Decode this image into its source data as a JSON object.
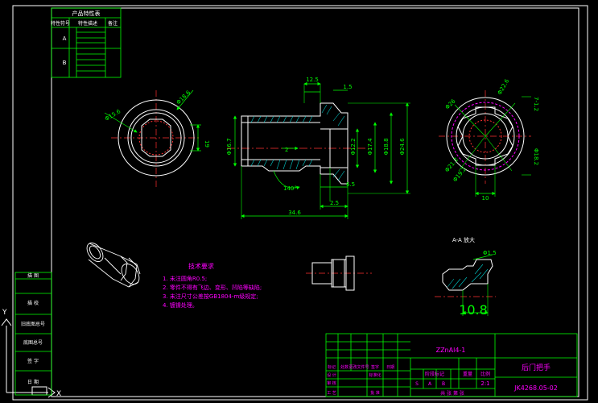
{
  "colors": {
    "background": "#000000",
    "frame": "#ffffff",
    "geometry": "#ffffff",
    "dimension": "#00ff00",
    "centerline": "#ff3030",
    "annotation": "#ff00ff",
    "hidden": "#00c8c8"
  },
  "feature_table": {
    "title": "产品特性表",
    "headers": [
      "特性符号",
      "特性描述",
      "备注"
    ],
    "rows": [
      "A",
      "B"
    ]
  },
  "main_view": {
    "dims": {
      "d_top1": "12.5",
      "d_top2": "1.5",
      "d_left": "Φ16.7",
      "d_inner1": "Φ12.2",
      "d_inner2": "Φ17.4",
      "d_inner3": "Φ18.8",
      "d_right": "Φ24.6",
      "d_mark": "2",
      "d_angle": "140°",
      "d_6_5": "6.5",
      "d_2_5": "2.5",
      "d_len": "34.6"
    }
  },
  "left_view": {
    "dims": {
      "d1": "Φ15.6",
      "d2": "Φ18.6",
      "d3": "19"
    }
  },
  "right_view": {
    "dims": {
      "d1": "Φ26",
      "d2": "Φ22.6",
      "d3": "7-1.2",
      "d4": "10",
      "d5": "Φ19.2",
      "d6": "Φ21.2",
      "d7": "Φ18.2"
    }
  },
  "section": {
    "title": "A-A 放大",
    "dim_small": "Φ1.5",
    "dim_large": "10.8"
  },
  "tech_notes": {
    "title": "技术要求",
    "items": [
      "1. 未注圆角R0.5;",
      "2. 零件不得有飞边、变形、凹陷等缺陷;",
      "3. 未注尺寸公差按GB1804-m级规定;",
      "4. 镀镍处理。"
    ]
  },
  "left_strip": [
    "描 图",
    "描 校",
    "旧底图总号",
    "底图总号",
    "签 字",
    "日 期"
  ],
  "title_block": {
    "material": "ZZnAl4-1",
    "part_name": "后门把手",
    "drawing_no": "JK4268.05-02",
    "row_labels": [
      "标记",
      "处数",
      "更改文件号",
      "签字",
      "日期"
    ],
    "stage_label": "阶段标记",
    "weight_label": "重量",
    "scale_label": "比例",
    "scale_value": "2:1",
    "stage_cells": [
      "S",
      "A",
      "B"
    ],
    "design_label": "设 计",
    "approve_label": "批 准",
    "sheet_text": "共 张 第 张",
    "review_label": "审 核",
    "process_label": "工 艺",
    "standard_label": "标准化"
  }
}
